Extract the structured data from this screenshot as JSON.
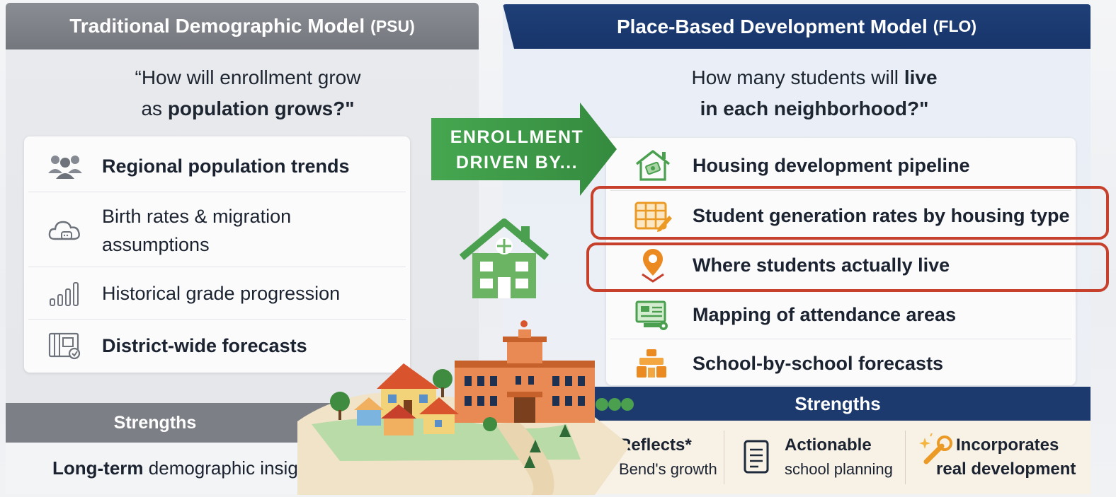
{
  "left": {
    "title": "Traditional Demographic Model",
    "title_suffix": "(PSU)",
    "question_line1": "“How will enrollment grow",
    "question_line2_pre": "as ",
    "question_line2_bold": "population grows?\"",
    "items": [
      {
        "label": "Regional population trends",
        "bold": true,
        "icon": "people-group-icon"
      },
      {
        "label": "Birth rates & migration",
        "label2": "assumptions",
        "bold": false,
        "icon": "cloud-chat-icon"
      },
      {
        "label": "Historical grade progression",
        "bold": false,
        "icon": "bar-chart-icon"
      },
      {
        "label": "District-wide forecasts",
        "bold": true,
        "icon": "forecast-map-icon"
      }
    ],
    "strengths_title": "Strengths",
    "strengths_bold": "Long-term",
    "strengths_rest": " demographic insights"
  },
  "arrow": {
    "line1": "ENROLLMENT",
    "line2": "DRIVEN BY...",
    "color": "#3f9a4a"
  },
  "right": {
    "title": "Place-Based Development Model",
    "title_suffix": "(FLO)",
    "question_line1_pre": "How many students will ",
    "question_line1_bold": "live",
    "question_line2": "in each neighborhood?\"",
    "items": [
      {
        "label": "Housing development pipeline",
        "icon": "house-money-icon"
      },
      {
        "label": "Student generation rates by housing type",
        "icon": "grid-pencil-icon",
        "highlighted": true
      },
      {
        "label": "Where students actually live",
        "icon": "location-pin-icon",
        "highlighted": true
      },
      {
        "label": "Mapping of attendance areas",
        "icon": "map-screen-icon"
      },
      {
        "label": "School-by-school forecasts",
        "icon": "school-blocks-icon"
      }
    ],
    "strengths_title": "Strengths",
    "strengths": [
      {
        "line1": "Reflects*",
        "line2": "Bend's growth",
        "icon": "growth-chart-icon"
      },
      {
        "line1": "Actionable",
        "line2": "school planning",
        "icon": "clipboard-icon"
      },
      {
        "line1": "Incorporates",
        "line2": "real development",
        "icon": "wrench-sparkle-icon"
      }
    ]
  },
  "colors": {
    "left_header": "#7f8288",
    "right_header": "#1c3a6e",
    "highlight": "#c7402b",
    "green": "#4aa04f",
    "orange": "#e98a2a"
  }
}
